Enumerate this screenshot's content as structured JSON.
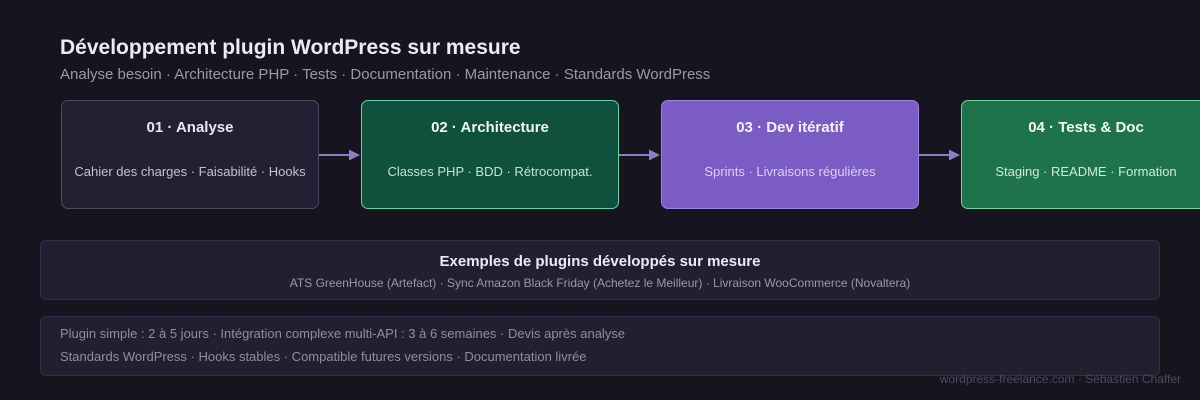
{
  "header": {
    "title": "Développement plugin WordPress sur mesure",
    "subtitle": "Analyse besoin · Architecture PHP · Tests · Documentation · Maintenance · Standards WordPress"
  },
  "steps": [
    {
      "title": "01 · Analyse",
      "desc": "Cahier des charges · Faisabilité · Hooks"
    },
    {
      "title": "02 · Architecture",
      "desc": "Classes PHP · BDD · Rétrocompat."
    },
    {
      "title": "03 · Dev itératif",
      "desc": "Sprints · Livraisons régulières"
    },
    {
      "title": "04 · Tests & Doc",
      "desc": "Staging · README · Formation"
    }
  ],
  "examples": {
    "title": "Exemples de plugins développés sur mesure",
    "list": "ATS GreenHouse (Artefact) · Sync Amazon Black Friday (Achetez le Meilleur) · Livraison WooCommerce (Novaltera)"
  },
  "info": {
    "line1": "Plugin simple : 2 à 5 jours · Intégration complexe multi-API : 3 à 6 semaines · Devis après analyse",
    "line2": "Standards WordPress · Hooks stables · Compatible futures versions · Documentation livrée"
  },
  "footer": "wordpress-freelance.com · Sébastien Chaffer",
  "colors": {
    "background": "#16151f",
    "arrow": "#8b7fc4",
    "step1": "#242033",
    "step2": "#10513d",
    "step3": "#7a5cc4",
    "step4": "#1f734b"
  }
}
